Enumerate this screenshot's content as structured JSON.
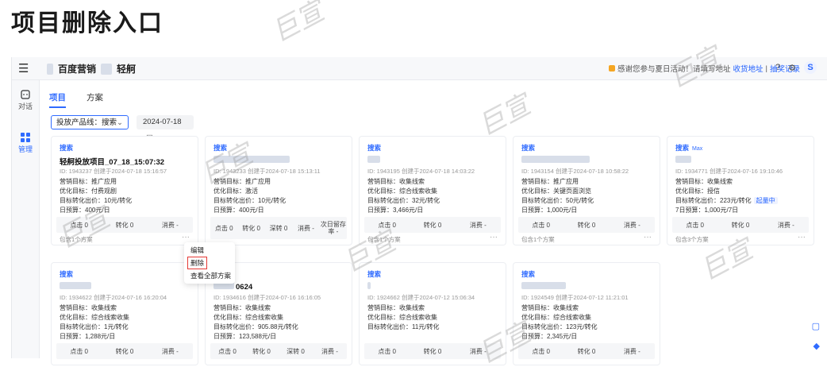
{
  "page_heading": "项目删除入口",
  "topbar": {
    "brand": "百度营销",
    "brand_suffix": "轻舸",
    "promo_text": "感谢您参与夏日活动！请填写地址",
    "promo_link1": "收货地址",
    "promo_sep": "|",
    "promo_link2": "抽奖记录",
    "avatar": "S"
  },
  "leftnav": {
    "items": [
      {
        "label": "对话"
      },
      {
        "label": "管理"
      }
    ]
  },
  "tabs": [
    {
      "label": "项目"
    },
    {
      "label": "方案"
    }
  ],
  "filters": {
    "product_line": "投放产品线：搜索",
    "date": "2024-07-18"
  },
  "cards": [
    {
      "channel": "搜索",
      "title": "轻舸投放项目_07_18_15:07:32",
      "meta": "ID: 1943237  创建于2024-07-18 15:16:57",
      "l1": "营销目标：推广应用",
      "l2": "优化目标：付费观剧",
      "l3": "目标转化出价：10元/转化",
      "l4": "日预算：400元/日",
      "m1": "点击 0",
      "m2": "转化 0",
      "m3": "消费 -",
      "footer": "包含1个方案"
    },
    {
      "channel": "搜索",
      "title": "",
      "meta": "ID: 1943233  创建于2024-07-18 15:13:11",
      "l1": "营销目标：推广应用",
      "l2": "优化目标：激活",
      "l3": "目标转化出价：10元/转化",
      "l4": "日预算：400元/日",
      "m1": "点击 0",
      "m2": "转化 0",
      "m3": "深转 0",
      "m4": "消费 -",
      "m5": "次日留存率 -",
      "footer": ""
    },
    {
      "channel": "搜索",
      "title": "",
      "meta": "ID: 1943195  创建于2024-07-18 14:03:22",
      "l1": "营销目标：收集线索",
      "l2": "优化目标：综合线索收集",
      "l3": "目标转化出价：32元/转化",
      "l4": "日预算：3,466元/日",
      "m1": "点击 0",
      "m2": "转化 0",
      "m3": "消费 -",
      "footer": "包含1个方案"
    },
    {
      "channel": "搜索",
      "title": "",
      "meta": "ID: 1943154  创建于2024-07-18 10:58:22",
      "l1": "营销目标：推广应用",
      "l2": "优化目标：关键页面浏览",
      "l3": "目标转化出价：50元/转化",
      "l4": "日预算：1,000元/日",
      "m1": "点击 0",
      "m2": "转化 0",
      "m3": "消费 -",
      "footer": "包含1个方案"
    },
    {
      "channel": "搜索",
      "max": "Max",
      "title": "",
      "meta": "ID: 1934771  创建于2024-07-16 19:10:46",
      "l1": "营销目标：收集线索",
      "l2": "优化目标：授信",
      "l3": "目标转化出价：223元/转化",
      "badge": "起量中",
      "l4": "7日预算：1,000元/7日",
      "m1": "点击 0",
      "m2": "转化 0",
      "m3": "消费 -",
      "footer": "包含3个方案"
    },
    {
      "channel": "搜索",
      "title": "",
      "meta": "ID: 1934622  创建于2024-07-16 16:20:04",
      "l1": "营销目标：收集线索",
      "l2": "优化目标：综合线索收集",
      "l3": "目标转化出价：1元/转化",
      "l4": "日预算：1,288元/日",
      "m1": "点击 0",
      "m2": "转化 0",
      "m3": "消费 -"
    },
    {
      "channel": "搜索",
      "title": "0624",
      "meta": "ID: 1934616  创建于2024-07-16 16:16:05",
      "l1": "营销目标：收集线索",
      "l2": "优化目标：综合线索收集",
      "l3": "目标转化出价：905.88元/转化",
      "l4": "日预算：123,588元/日",
      "m1": "点击 0",
      "m2": "转化 0",
      "m3": "深转 0",
      "m4": "消费 -"
    },
    {
      "channel": "搜索",
      "title": "",
      "meta": "ID: 1924662  创建于2024-07-12 15:06:34",
      "l1": "营销目标：收集线索",
      "l2": "优化目标：综合线索收集",
      "l3": "目标转化出价：11元/转化",
      "l4": "",
      "m1": "点击 0",
      "m2": "转化 0",
      "m3": "消费 -"
    },
    {
      "channel": "搜索",
      "title": "",
      "meta": "ID: 1924549  创建于2024-07-12 11:21:01",
      "l1": "营销目标：收集线索",
      "l2": "优化目标：综合线索收集",
      "l3": "目标转化出价：123元/转化",
      "l4": "日预算：2,345元/日",
      "m1": "点击 0",
      "m2": "转化 0",
      "m3": "消费 -"
    }
  ],
  "context_menu": {
    "edit": "编辑",
    "delete": "删除",
    "view_all": "查看全部方案"
  },
  "watermark": "巨宣",
  "colors": {
    "accent": "#2f6bff",
    "highlight": "#e53935",
    "promo": "#f5a623"
  }
}
